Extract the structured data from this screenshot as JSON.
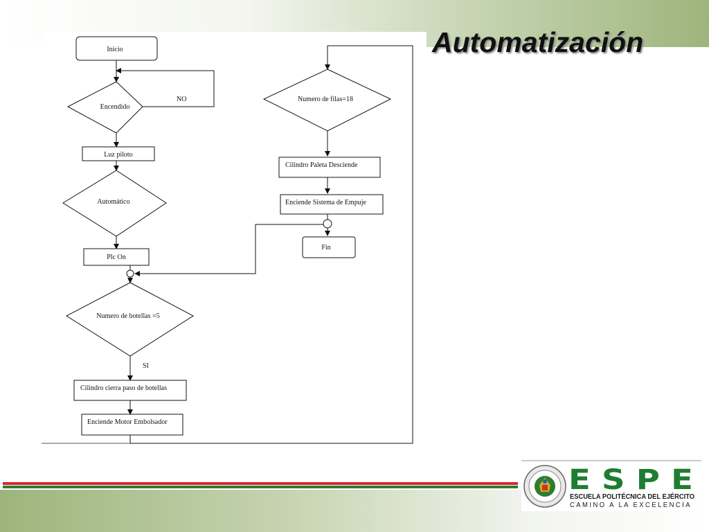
{
  "slide": {
    "title": "Automatización"
  },
  "flowchart": {
    "inicio": "Inicio",
    "encendido": "Encendido",
    "no_label": "NO",
    "luz_piloto": "Luz piloto",
    "automatico": "Automático",
    "plc_on": "Plc On",
    "numero_botellas": "Numero de botellas =5",
    "si_label": "SI",
    "cilindro_cierra": "Cilindro cierra paso de botellas",
    "enciende_motor": "Enciende Motor Embolsador",
    "numero_filas": "Numero de filas=18",
    "cilindro_paleta": "Cilindro Paleta Desciende",
    "enciende_sistema": "Enciende Sistema de Empuje",
    "fin": "Fin"
  },
  "logo": {
    "letters": "E S P E",
    "name": "ESCUELA POLITÉCNICA DEL EJÉRCITO",
    "motto": "CAMINO A LA EXCELENCIA"
  },
  "colors": {
    "stripe_red": "#d8262c",
    "stripe_green": "#2e7d32",
    "brand_green": "#1e7d32",
    "band_green": "#9db57c"
  }
}
